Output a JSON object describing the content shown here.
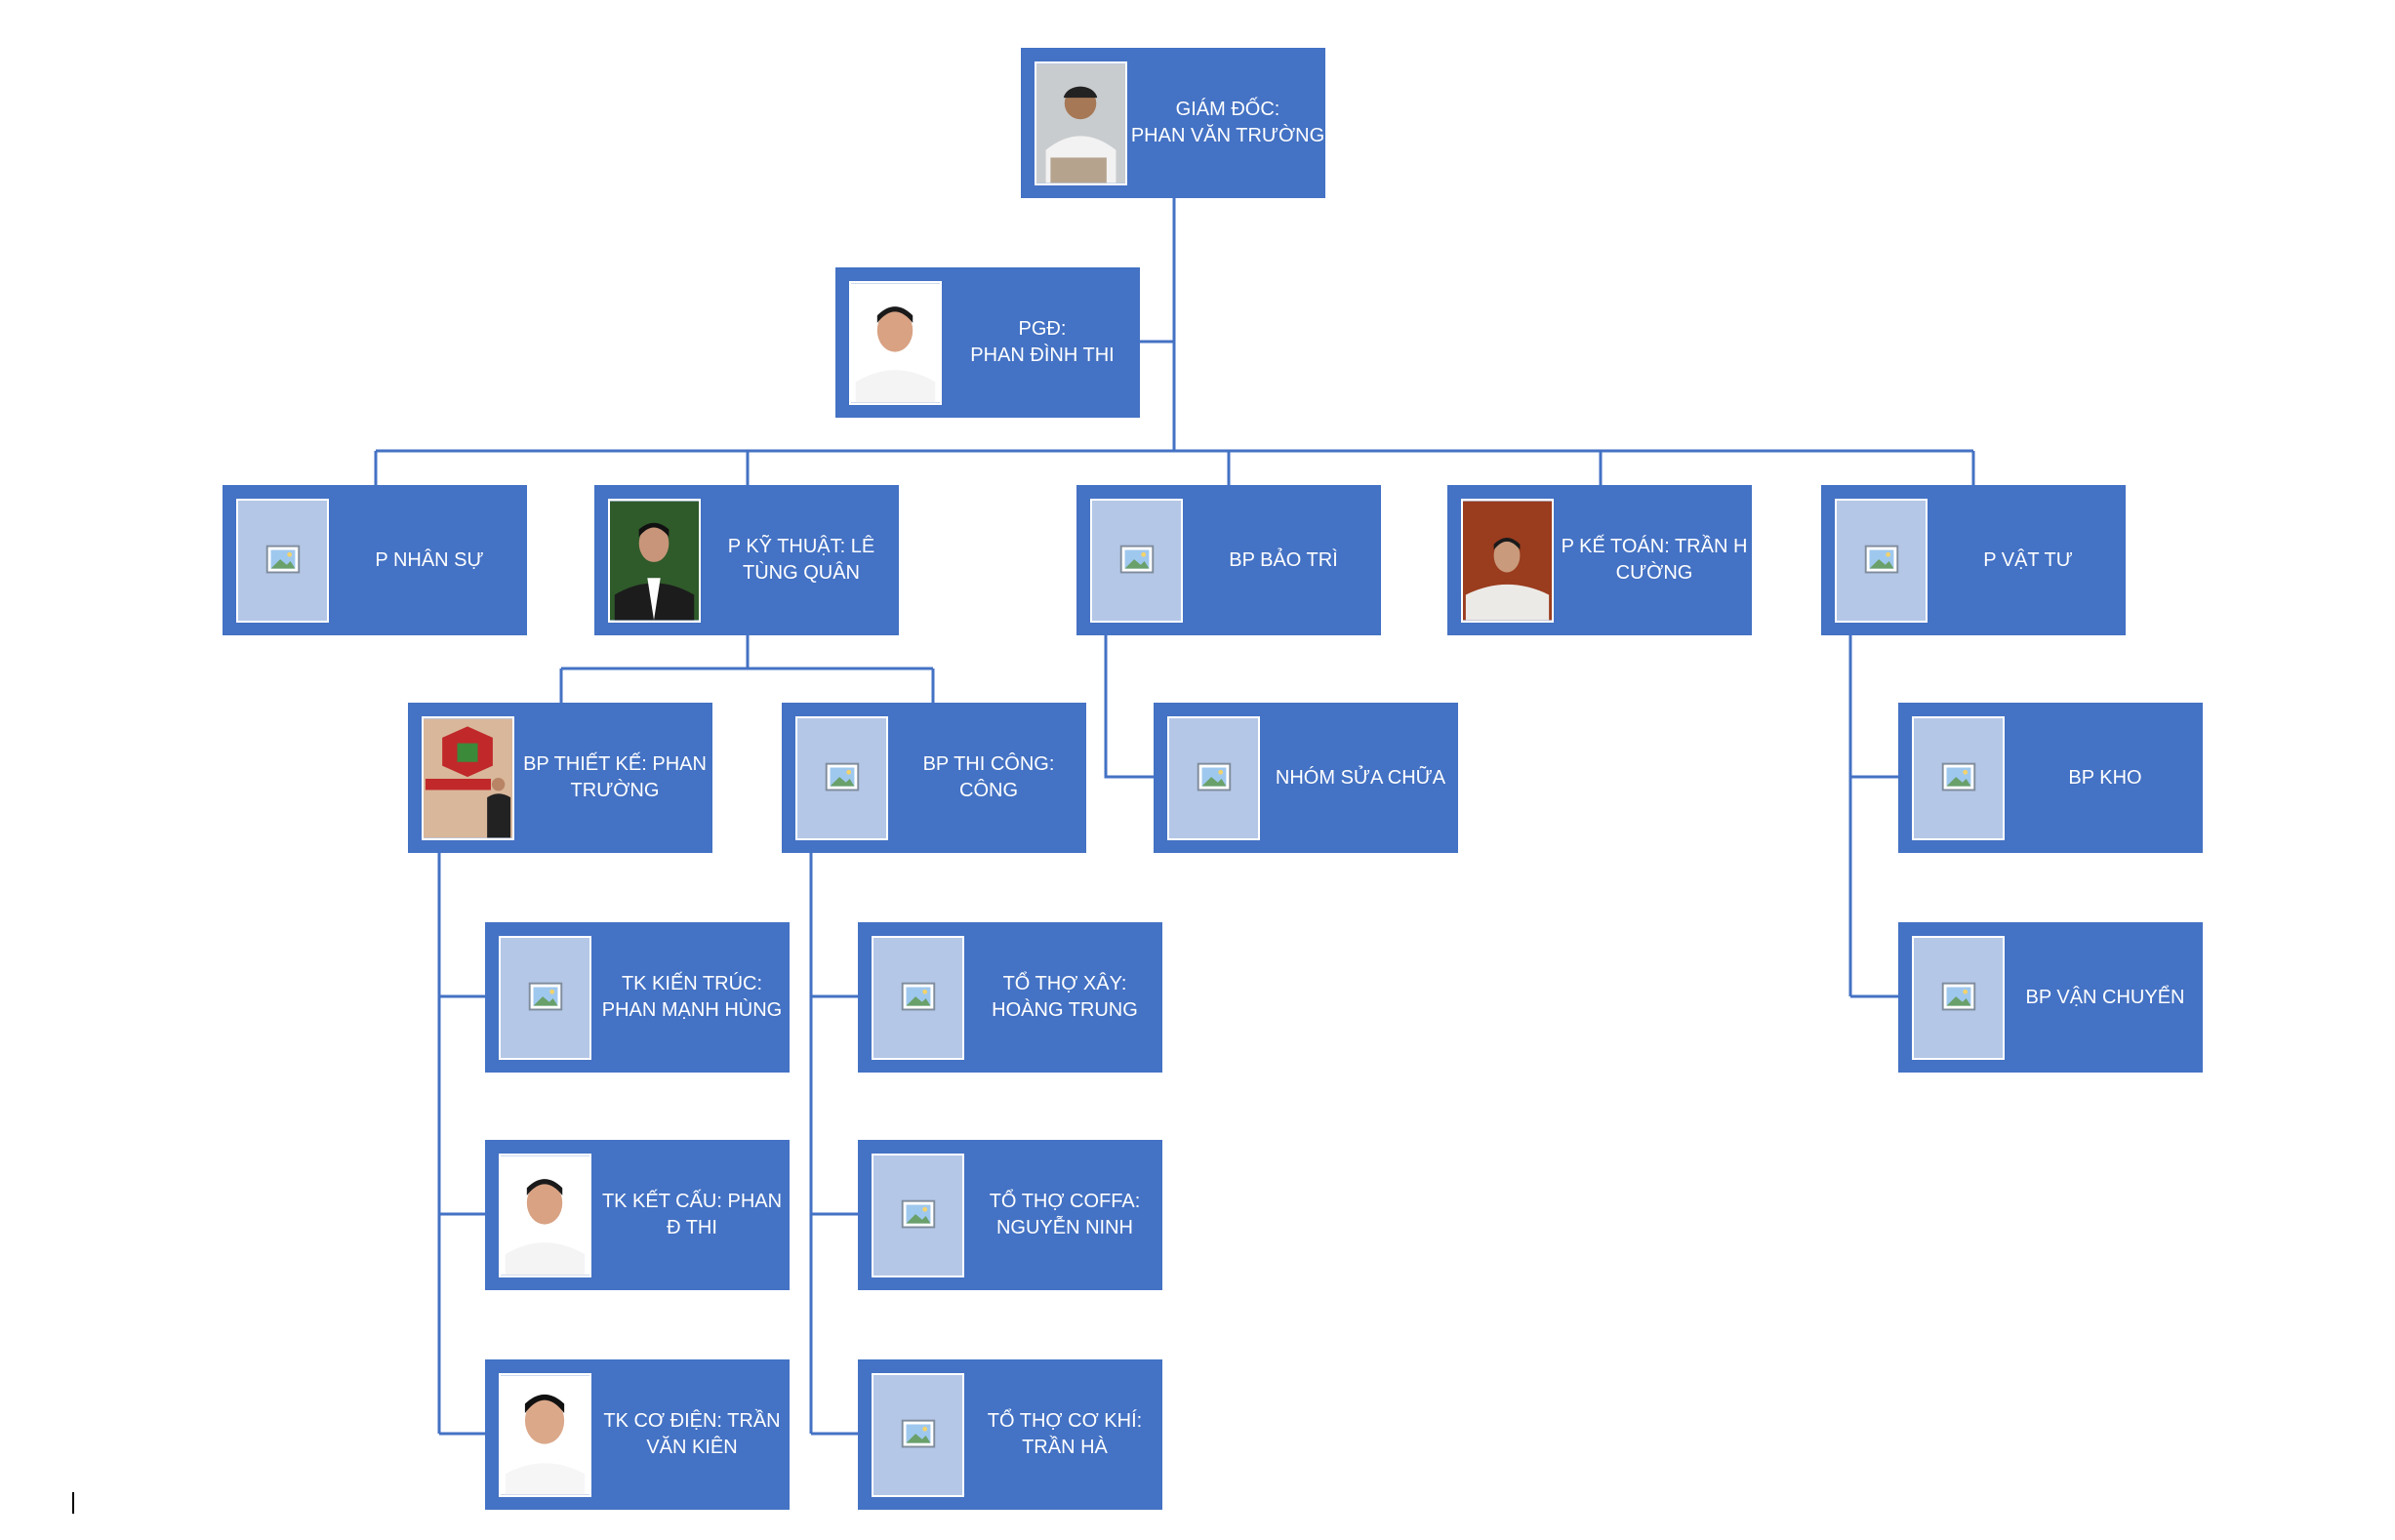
{
  "colors": {
    "box": "#4472C4",
    "line": "#4472C4",
    "placeholder": "#B4C7E7"
  },
  "nodes": {
    "director": {
      "label": "GIÁM ĐỐC:\nPHAN VĂN TRƯỜNG",
      "photo": "person-photo"
    },
    "deputy": {
      "label": "PGĐ:\nPHAN ĐÌNH THI",
      "photo": "person-photo"
    },
    "hr": {
      "label": "P NHÂN SỰ",
      "photo": "image-placeholder-icon"
    },
    "technical": {
      "label": "P KỸ THUẬT:  LÊ\nTÙNG QUÂN",
      "photo": "person-photo"
    },
    "maintenance": {
      "label": "BP BẢO TRÌ",
      "photo": "image-placeholder-icon"
    },
    "accounting": {
      "label": "P KẾ TOÁN: TRẦN H\nCƯỜNG",
      "photo": "person-photo"
    },
    "supplies": {
      "label": "P VẬT TƯ",
      "photo": "image-placeholder-icon"
    },
    "design": {
      "label": "BP THIẾT KẾ: PHAN\nTRƯỜNG",
      "photo": "logo-photo"
    },
    "construction": {
      "label": "BP THI CÔNG: CÔNG",
      "photo": "image-placeholder-icon"
    },
    "repair": {
      "label": "NHÓM SỬA CHỮA",
      "photo": "image-placeholder-icon"
    },
    "warehouse": {
      "label": "BP KHO",
      "photo": "image-placeholder-icon"
    },
    "transport": {
      "label": "BP VẬN CHUYỂN",
      "photo": "image-placeholder-icon"
    },
    "architecture": {
      "label": "TK KIẾN TRÚC:\nPHAN MẠNH HÙNG",
      "photo": "image-placeholder-icon"
    },
    "structure": {
      "label": "TK KẾT CẤU: PHAN\nĐ THI",
      "photo": "person-photo"
    },
    "mep": {
      "label": "TK CƠ ĐIỆN: TRẦN\nVĂN KIÊN",
      "photo": "person-photo"
    },
    "masonry": {
      "label": "TỔ THỢ XÂY:\nHOÀNG TRUNG",
      "photo": "image-placeholder-icon"
    },
    "formwork": {
      "label": "TỔ THỢ COFFA:\nNGUYỄN NINH",
      "photo": "image-placeholder-icon"
    },
    "mechanical": {
      "label": "TỔ THỢ CƠ KHÍ:\nTRẦN HÀ",
      "photo": "image-placeholder-icon"
    }
  }
}
